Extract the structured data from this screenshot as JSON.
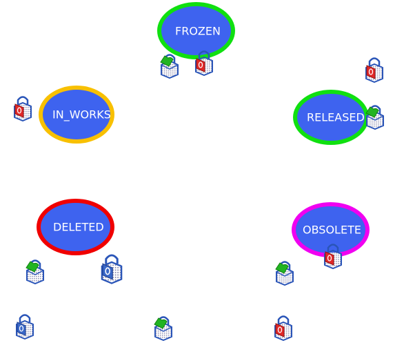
{
  "states": [
    {
      "id": "frozen",
      "label": "FROZEN",
      "ring_color": "#10e010"
    },
    {
      "id": "in-works",
      "label": "IN_WORKS",
      "ring_color": "#f8c000"
    },
    {
      "id": "released",
      "label": "RELEASED",
      "ring_color": "#10e010"
    },
    {
      "id": "deleted",
      "label": "DELETED",
      "ring_color": "#f00000"
    },
    {
      "id": "obsolete",
      "label": "OBSOLETE",
      "ring_color": "#f000f0"
    }
  ],
  "colors": {
    "node_fill": "#3e63ef",
    "label": "#ffffff",
    "lock_green": "#22b422",
    "lock_red": "#e02828",
    "lock_blue": "#3a68c8",
    "lock_outline": "#2a55b8"
  },
  "icons": {
    "lock_green": "green-padlock-icon",
    "lock_red": "red-padlock-icon",
    "lock_blue": "blue-padlock-icon"
  }
}
